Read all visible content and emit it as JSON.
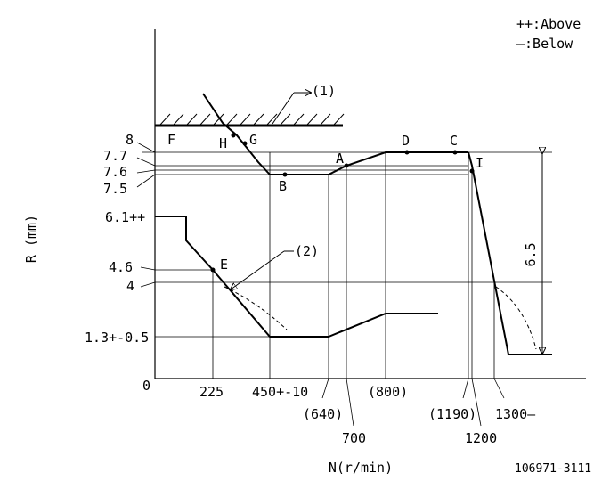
{
  "legend": {
    "above": "++:Above",
    "below": "—:Below"
  },
  "axes": {
    "y_label": "R (mm)",
    "x_label": "N(r/min)",
    "origin": "0"
  },
  "y_ticks": {
    "t8": "8",
    "t77": "7.7",
    "t76": "7.6",
    "t75": "7.5",
    "t61": "6.1++",
    "t46": "4.6",
    "t4": "4",
    "t13": "1.3+-0.5"
  },
  "x_ticks": {
    "t225": "225",
    "t450": "450+-10",
    "t640": "(640)",
    "t700": "700",
    "t800": "(800)",
    "t1190": "(1190)",
    "t1200": "1200",
    "t1300": "1300—"
  },
  "points": {
    "A": "A",
    "B": "B",
    "C": "C",
    "D": "D",
    "E": "E",
    "F": "F",
    "G": "G",
    "H": "H",
    "I": "I"
  },
  "callouts": {
    "c1": "(1)",
    "c2": "(2)"
  },
  "dimension": "6.5",
  "part_number": "106971-3111"
}
